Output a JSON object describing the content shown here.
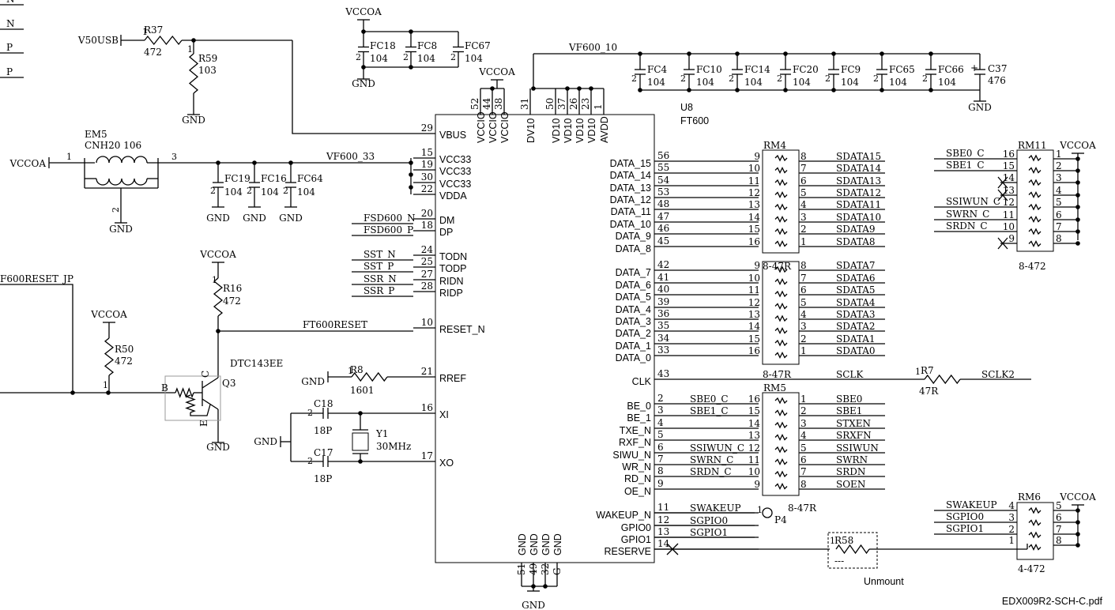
{
  "footer": {
    "file": "EDX009R2-SCH-C.pdf"
  },
  "left_stubs": [
    "N",
    "N",
    "P",
    "P"
  ],
  "left_nets": {
    "reset_jp": "F600RESET_JP"
  },
  "power": {
    "vcco": "VCCOA",
    "gnd": "GND",
    "v50": "V50USB"
  },
  "nets": {
    "vf10": "VF600_10",
    "vf33": "VF600_33",
    "ft600reset": "FT600RESET",
    "sclk": "SCLK",
    "sclk2": "SCLK2"
  },
  "u8": {
    "ref": "U8",
    "part": "FT600",
    "top_pins": [
      {
        "num": "52",
        "name": "VCCIO"
      },
      {
        "num": "44",
        "name": "VCCIO"
      },
      {
        "num": "38",
        "name": "VCCIO"
      },
      {
        "num": "31",
        "name": "DV10"
      },
      {
        "num": "50",
        "name": "VD10"
      },
      {
        "num": "37",
        "name": "VD10"
      },
      {
        "num": "26",
        "name": "VD10"
      },
      {
        "num": "23",
        "name": "VD10"
      },
      {
        "num": "1",
        "name": "AVDD"
      }
    ],
    "left_pins": [
      {
        "num": "29",
        "name": "VBUS"
      },
      {
        "num": "15",
        "name": "VCC33"
      },
      {
        "num": "19",
        "name": "VCC33"
      },
      {
        "num": "30",
        "name": "VCC33"
      },
      {
        "num": "22",
        "name": "VDDA"
      },
      {
        "num": "20",
        "name": "DM"
      },
      {
        "num": "18",
        "name": "DP"
      },
      {
        "num": "24",
        "name": "TODN"
      },
      {
        "num": "25",
        "name": "TODP"
      },
      {
        "num": "27",
        "name": "RIDN"
      },
      {
        "num": "28",
        "name": "RIDP"
      },
      {
        "num": "10",
        "name": "RESET_N"
      },
      {
        "num": "21",
        "name": "RREF"
      },
      {
        "num": "16",
        "name": "XI"
      },
      {
        "num": "17",
        "name": "XO"
      }
    ],
    "right_pins": [
      {
        "num": "56",
        "name": "DATA_15"
      },
      {
        "num": "55",
        "name": "DATA_14"
      },
      {
        "num": "54",
        "name": "DATA_13"
      },
      {
        "num": "53",
        "name": "DATA_12"
      },
      {
        "num": "48",
        "name": "DATA_11"
      },
      {
        "num": "47",
        "name": "DATA_10"
      },
      {
        "num": "46",
        "name": "DATA_9"
      },
      {
        "num": "45",
        "name": "DATA_8"
      },
      {
        "num": "42",
        "name": "DATA_7"
      },
      {
        "num": "41",
        "name": "DATA_6"
      },
      {
        "num": "40",
        "name": "DATA_5"
      },
      {
        "num": "39",
        "name": "DATA_4"
      },
      {
        "num": "36",
        "name": "DATA_3"
      },
      {
        "num": "35",
        "name": "DATA_2"
      },
      {
        "num": "34",
        "name": "DATA_1"
      },
      {
        "num": "33",
        "name": "DATA_0"
      },
      {
        "num": "43",
        "name": "CLK"
      },
      {
        "num": "2",
        "name": "BE_0"
      },
      {
        "num": "3",
        "name": "BE_1"
      },
      {
        "num": "4",
        "name": "TXE_N"
      },
      {
        "num": "5",
        "name": "RXF_N"
      },
      {
        "num": "6",
        "name": "SIWU_N"
      },
      {
        "num": "7",
        "name": "WR_N"
      },
      {
        "num": "8",
        "name": "RD_N"
      },
      {
        "num": "9",
        "name": "OE_N"
      },
      {
        "num": "11",
        "name": "WAKEUP_N"
      },
      {
        "num": "12",
        "name": "GPIO0"
      },
      {
        "num": "13",
        "name": "GPIO1"
      },
      {
        "num": "14",
        "name": "RESERVE"
      }
    ],
    "bottom_pins": [
      {
        "num": "51",
        "name": "GND"
      },
      {
        "num": "49",
        "name": "GND"
      },
      {
        "num": "32",
        "name": "GND"
      },
      {
        "num": "G",
        "name": "GND"
      }
    ]
  },
  "left_nets_u8": [
    "FSD600_N",
    "FSD600_P",
    "SST_N",
    "SST_P",
    "SSR_N",
    "SSR_P"
  ],
  "rm4": {
    "ref": "RM4",
    "value": "8-47R",
    "left_nums": [
      "9",
      "10",
      "11",
      "12",
      "13",
      "14",
      "15",
      "16"
    ],
    "right_nums": [
      "8",
      "7",
      "6",
      "5",
      "4",
      "3",
      "2",
      "1"
    ],
    "nets": [
      "SDATA15",
      "SDATA14",
      "SDATA13",
      "SDATA12",
      "SDATA11",
      "SDATA10",
      "SDATA9",
      "SDATA8"
    ]
  },
  "rm_low": {
    "value": "8-47R",
    "left_nums": [
      "9",
      "10",
      "11",
      "12",
      "13",
      "14",
      "15",
      "16"
    ],
    "right_nums": [
      "8",
      "7",
      "6",
      "5",
      "4",
      "3",
      "2",
      "1"
    ],
    "nets": [
      "SDATA7",
      "SDATA6",
      "SDATA5",
      "SDATA4",
      "SDATA3",
      "SDATA2",
      "SDATA1",
      "SDATA0"
    ]
  },
  "rm5": {
    "ref": "RM5",
    "value": "8-47R",
    "left_nums": [
      "16",
      "15",
      "14",
      "13",
      "12",
      "11",
      "10",
      "9"
    ],
    "right_nums": [
      "1",
      "2",
      "3",
      "4",
      "5",
      "6",
      "7",
      "8"
    ],
    "left_nets": [
      "SBE0_C",
      "SBE1_C",
      "",
      "",
      "SSIWUN_C",
      "SWRN_C",
      "SRDN_C",
      ""
    ],
    "right_nets": [
      "SBE0",
      "SBE1",
      "STXEN",
      "SRXFN",
      "SSIWUN",
      "SWRN",
      "SRDN",
      "SOEN"
    ]
  },
  "rm11": {
    "ref": "RM11",
    "value": "8-472",
    "left_nums": [
      "16",
      "15",
      "14",
      "13",
      "12",
      "11",
      "10",
      "9"
    ],
    "right_nums": [
      "1",
      "2",
      "3",
      "4",
      "5",
      "6",
      "7",
      "8"
    ],
    "left_nets": [
      "SBE0_C",
      "SBE1_C",
      "",
      "",
      "SSIWUN_C",
      "SWRN_C",
      "SRDN_C",
      ""
    ]
  },
  "rm6": {
    "ref": "RM6",
    "value": "4-472",
    "left_nums": [
      "4",
      "3",
      "2",
      "1"
    ],
    "right_nums": [
      "5",
      "6",
      "7",
      "8"
    ],
    "left_nets": [
      "SWAKEUP",
      "SGPIO0",
      "SGPIO1",
      ""
    ]
  },
  "wake_nets": [
    "SWAKEUP",
    "SGPIO0",
    "SGPIO1"
  ],
  "caps_top": [
    {
      "ref": "FC18",
      "value": "104"
    },
    {
      "ref": "FC8",
      "value": "104"
    },
    {
      "ref": "FC67",
      "value": "104"
    }
  ],
  "caps_vf10": [
    {
      "ref": "FC4",
      "value": "104"
    },
    {
      "ref": "FC10",
      "value": "104"
    },
    {
      "ref": "FC14",
      "value": "104"
    },
    {
      "ref": "FC20",
      "value": "104"
    },
    {
      "ref": "FC9",
      "value": "104"
    },
    {
      "ref": "FC65",
      "value": "104"
    },
    {
      "ref": "FC66",
      "value": "104"
    }
  ],
  "c37": {
    "ref": "C37",
    "value": "476"
  },
  "caps_vf33": [
    {
      "ref": "FC19",
      "value": "104"
    },
    {
      "ref": "FC16",
      "value": "104"
    },
    {
      "ref": "FC64",
      "value": "104"
    }
  ],
  "r37": {
    "ref": "R37",
    "value": "472"
  },
  "r59": {
    "ref": "R59",
    "value": "103"
  },
  "em5": {
    "ref": "EM5",
    "value": "CNH20 106"
  },
  "r16": {
    "ref": "R16",
    "value": "472"
  },
  "r50": {
    "ref": "R50",
    "value": "472"
  },
  "q3": {
    "ref": "Q3",
    "part": "DTC143EE"
  },
  "r8": {
    "ref": "R8",
    "value": "1601"
  },
  "c18": {
    "ref": "C18",
    "value": "18P"
  },
  "c17": {
    "ref": "C17",
    "value": "18P"
  },
  "y1": {
    "ref": "Y1",
    "value": "30MHz"
  },
  "r7": {
    "ref": "R7",
    "value": "47R"
  },
  "p4": {
    "ref": "P4"
  },
  "r58": {
    "ref": "R58",
    "value": "---",
    "note": "Unmount"
  }
}
